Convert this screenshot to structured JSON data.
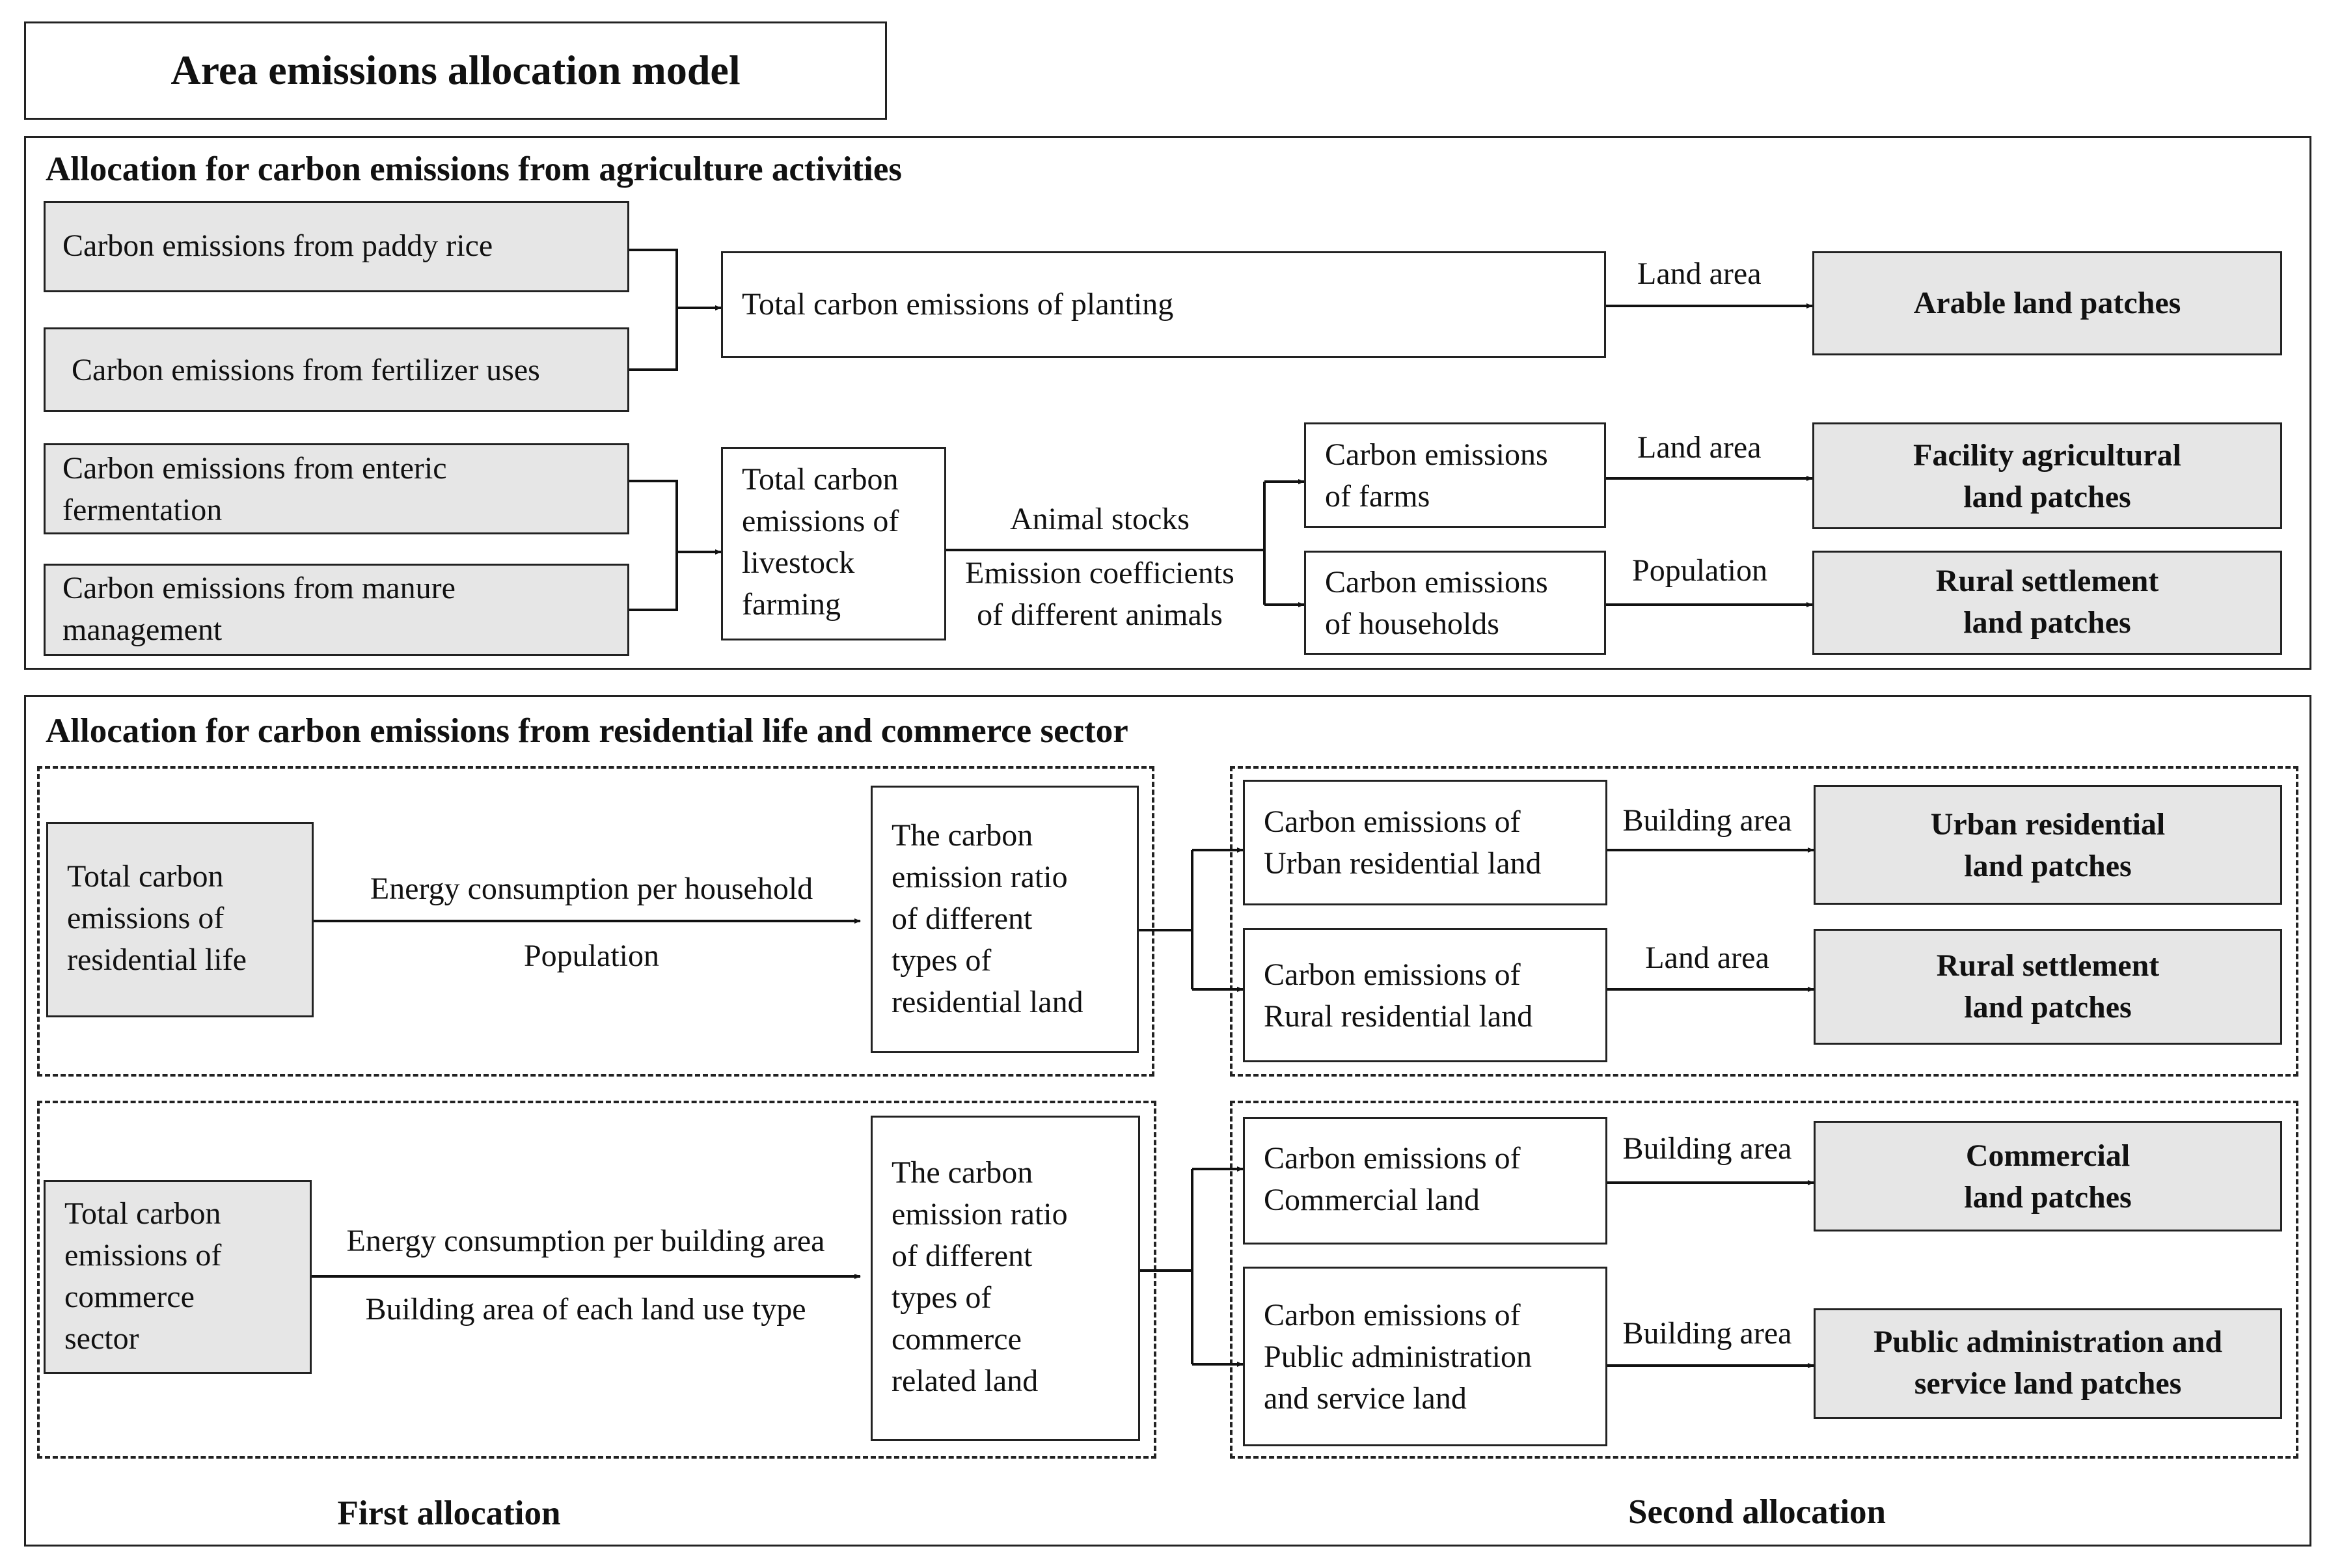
{
  "title": "Area emissions allocation model",
  "agriculture": {
    "heading": "Allocation for carbon emissions from agriculture activities",
    "sources": {
      "paddy": "Carbon emissions from paddy rice",
      "fertilizer": "Carbon emissions from fertilizer uses",
      "enteric": "Carbon emissions from enteric\nfermentation",
      "manure": " Carbon emissions from manure\nmanagement"
    },
    "planting_total": "Total carbon emissions of planting",
    "livestock_total": "Total carbon\nemissions of\nlivestock\nfarming",
    "farms": "Carbon emissions\nof farms",
    "households": "Carbon emissions\nof households",
    "labels": {
      "land_area_1": "Land area",
      "land_area_2": "Land area",
      "population": "Population",
      "animal_stocks": "Animal stocks",
      "emission_coeff": "Emission coefficients\nof different animals"
    },
    "targets": {
      "arable": "Arable land patches",
      "facility": "Facility agricultural\nland patches",
      "rural": "Rural settlement\nland patches"
    }
  },
  "residential": {
    "heading": "Allocation for carbon emissions from residential life and commerce sector",
    "res_total": "Total carbon\nemissions of\nresidential life",
    "res_label_top": "Energy consumption per household",
    "res_label_bottom": "Population",
    "res_ratio": "The carbon\nemission ratio\nof different\ntypes of\nresidential land",
    "urban_res": "Carbon emissions of\nUrban residential land",
    "rural_res": "Carbon emissions of\nRural residential land",
    "urban_label": "Building area",
    "rural_label": "Land area",
    "urban_target": "Urban residential\nland patches",
    "rural_target": "Rural settlement\nland patches",
    "com_total": "Total carbon\nemissions of\ncommerce\nsector",
    "com_label_top": "Energy consumption per building area",
    "com_label_bottom": "Building area of each land use type",
    "com_ratio": "The carbon\nemission ratio\nof different\ntypes of\ncommerce\nrelated land",
    "commercial": "Carbon emissions of\nCommercial land",
    "public": "Carbon emissions of\nPublic administration\nand service land",
    "commercial_label": "Building area",
    "public_label": "Building area",
    "commercial_target": "Commercial\nland patches",
    "public_target": "Public administration and\nservice land patches",
    "first_allocation": "First allocation",
    "second_allocation": "Second allocation"
  }
}
